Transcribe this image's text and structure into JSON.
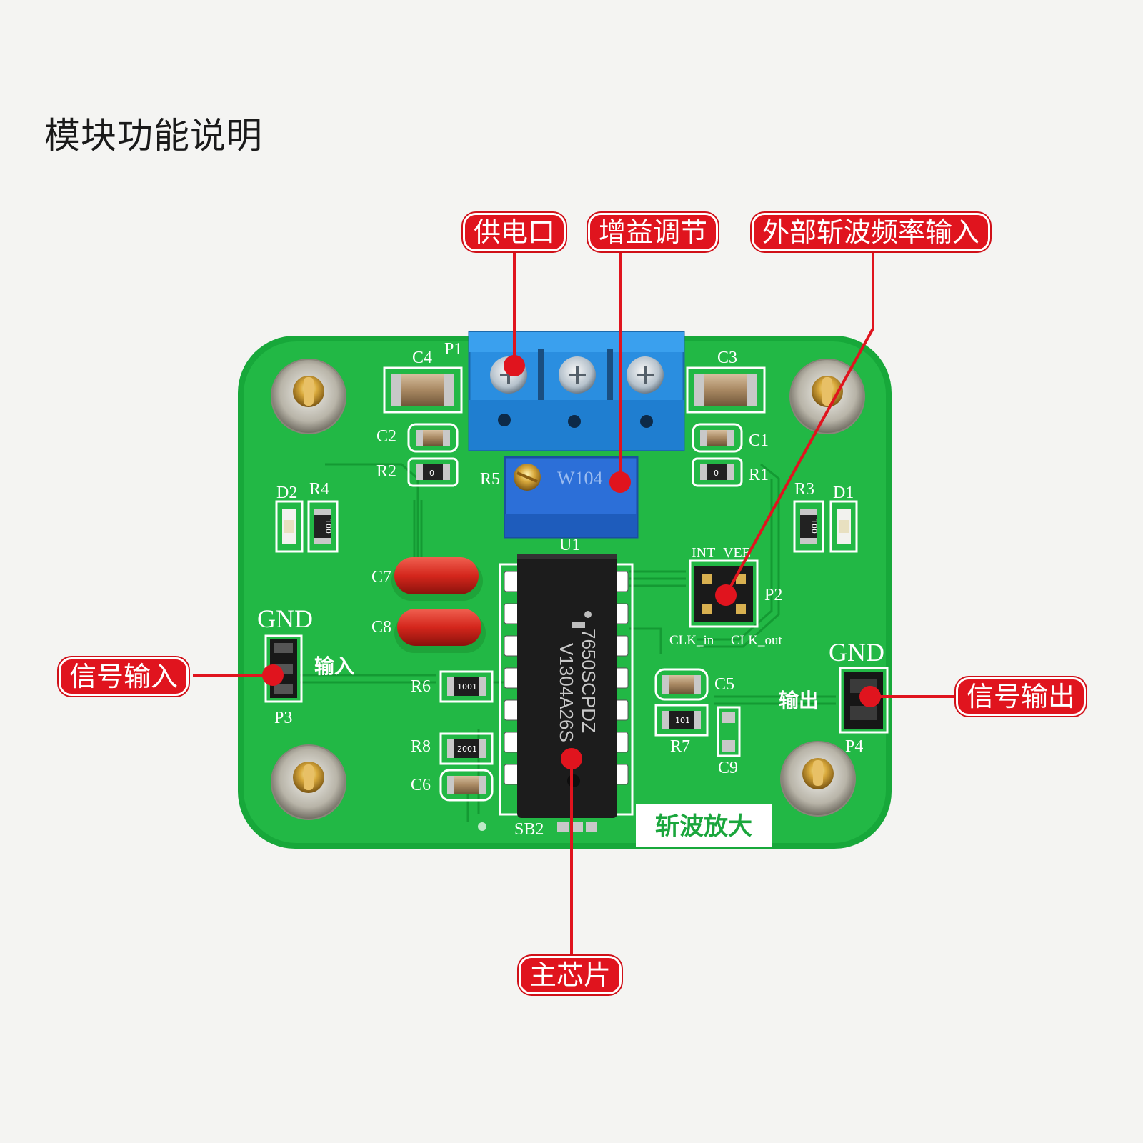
{
  "title": "模块功能说明",
  "callouts": {
    "power": "供电口",
    "gain": "增益调节",
    "clock": "外部斩波频率输入",
    "signal_in": "信号输入",
    "signal_out": "信号输出",
    "main_chip": "主芯片"
  },
  "board": {
    "silkscreen": {
      "c4": "C4",
      "p1": "P1",
      "c3": "C3",
      "c2": "C2",
      "c1": "C1",
      "r2": "R2",
      "r1": "R1",
      "r5": "R5",
      "r4": "R4",
      "d2": "D2",
      "r3": "R3",
      "d1": "D1",
      "u1": "U1",
      "c7": "C7",
      "c8": "C8",
      "int": "INT",
      "vee": "VEE",
      "p2": "P2",
      "clk_in": "CLK_in",
      "clk_out": "CLK_out",
      "gnd_left": "GND",
      "gnd_right": "GND",
      "input": "输入",
      "output": "输出",
      "p3": "P3",
      "p4": "P4",
      "r6": "R6",
      "r8": "R8",
      "c6": "C6",
      "c5": "C5",
      "r7": "R7",
      "c9": "C9",
      "sb2": "SB2",
      "board_name": "斩波放大"
    },
    "chip_marking_1": "7650SCPDZ",
    "chip_marking_2": "V1304A26S",
    "trimpot_marking": "W104",
    "resistor_codes": {
      "r1": "0",
      "r2": "0",
      "r4": "100",
      "r3": "100",
      "r6": "1001",
      "r8": "2001",
      "r7": "101"
    }
  },
  "colors": {
    "callout": "#e0141e",
    "pcb": "#1fb541",
    "terminal": "#2a8ee0",
    "chip": "#1c1c1c"
  }
}
